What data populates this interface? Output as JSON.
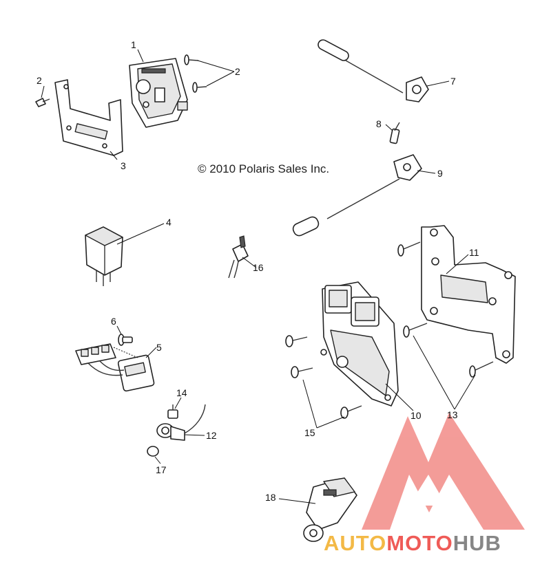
{
  "copyright": "© 2010 Polaris Sales Inc.",
  "callouts": {
    "c1": "1",
    "c2a": "2",
    "c2b": "2",
    "c3": "3",
    "c4": "4",
    "c5": "5",
    "c6": "6",
    "c7": "7",
    "c8": "8",
    "c9": "9",
    "c10": "10",
    "c11": "11",
    "c12": "12",
    "c13": "13",
    "c14": "14",
    "c15": "15",
    "c16": "16",
    "c17": "17",
    "c18": "18"
  },
  "watermark": {
    "part1": "AUTO",
    "part2": "MOTO",
    "part3": "HUB",
    "color_orange": "#f2b233",
    "color_red": "#ee4a45",
    "color_gray": "#7a7a7a",
    "logo_color": "#f28b87"
  }
}
